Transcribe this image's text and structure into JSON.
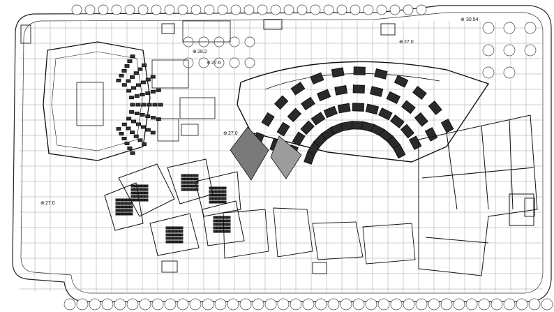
{
  "levels": {
    "upper_left_a": "28.2",
    "upper_left_b": "27.6",
    "top_right_plaza": "27.0",
    "corner_top_right": "30.54",
    "center": "27.0",
    "left_plaza": "27.0"
  },
  "colors": {
    "ink": "#111111",
    "grid": "#555555",
    "shaded_dark": "#7a7a7a",
    "shaded_light": "#9c9c9c",
    "paper": "#ffffff"
  }
}
